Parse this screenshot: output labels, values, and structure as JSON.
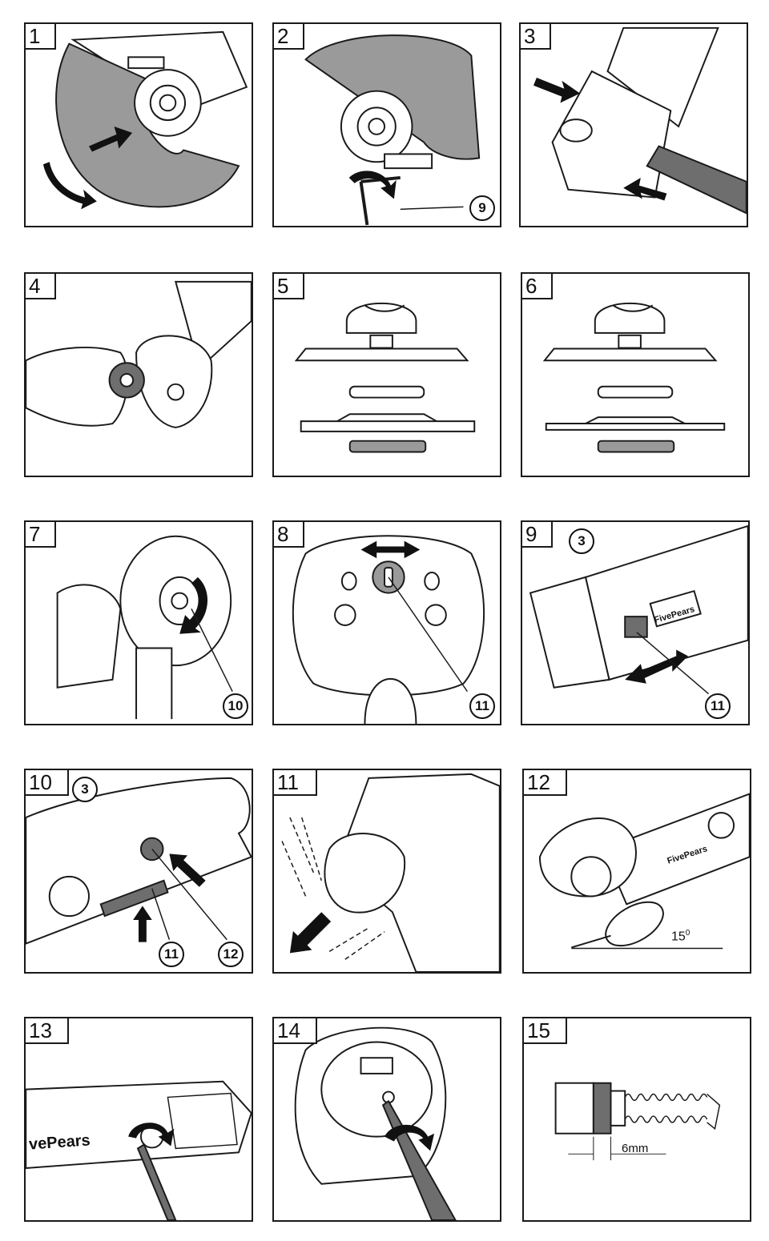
{
  "panels": [
    {
      "number": "1"
    },
    {
      "number": "2",
      "callout": "9"
    },
    {
      "number": "3"
    },
    {
      "number": "4"
    },
    {
      "number": "5"
    },
    {
      "number": "6"
    },
    {
      "number": "7",
      "callout": "10"
    },
    {
      "number": "8",
      "callout": "11"
    },
    {
      "number": "9",
      "callout_top": "3",
      "callout": "11",
      "brand": "FivePears"
    },
    {
      "number": "10",
      "callout_top": "3",
      "callout_a": "11",
      "callout_b": "12"
    },
    {
      "number": "11"
    },
    {
      "number": "12",
      "brand": "FivePears",
      "angle_label": "15",
      "angle_unit": "0"
    },
    {
      "number": "13",
      "brand": "vePears"
    },
    {
      "number": "14"
    },
    {
      "number": "15",
      "measure_label": "6mm"
    }
  ],
  "colors": {
    "line": "#1a1a1a",
    "fill_gray": "#9a9a9a",
    "dark_gray": "#6e6e6e"
  },
  "icons": [
    "arrow-icon",
    "rotate-arrow-icon",
    "double-arrow-icon",
    "hex-key-icon",
    "screwdriver-icon",
    "wrench-icon"
  ]
}
